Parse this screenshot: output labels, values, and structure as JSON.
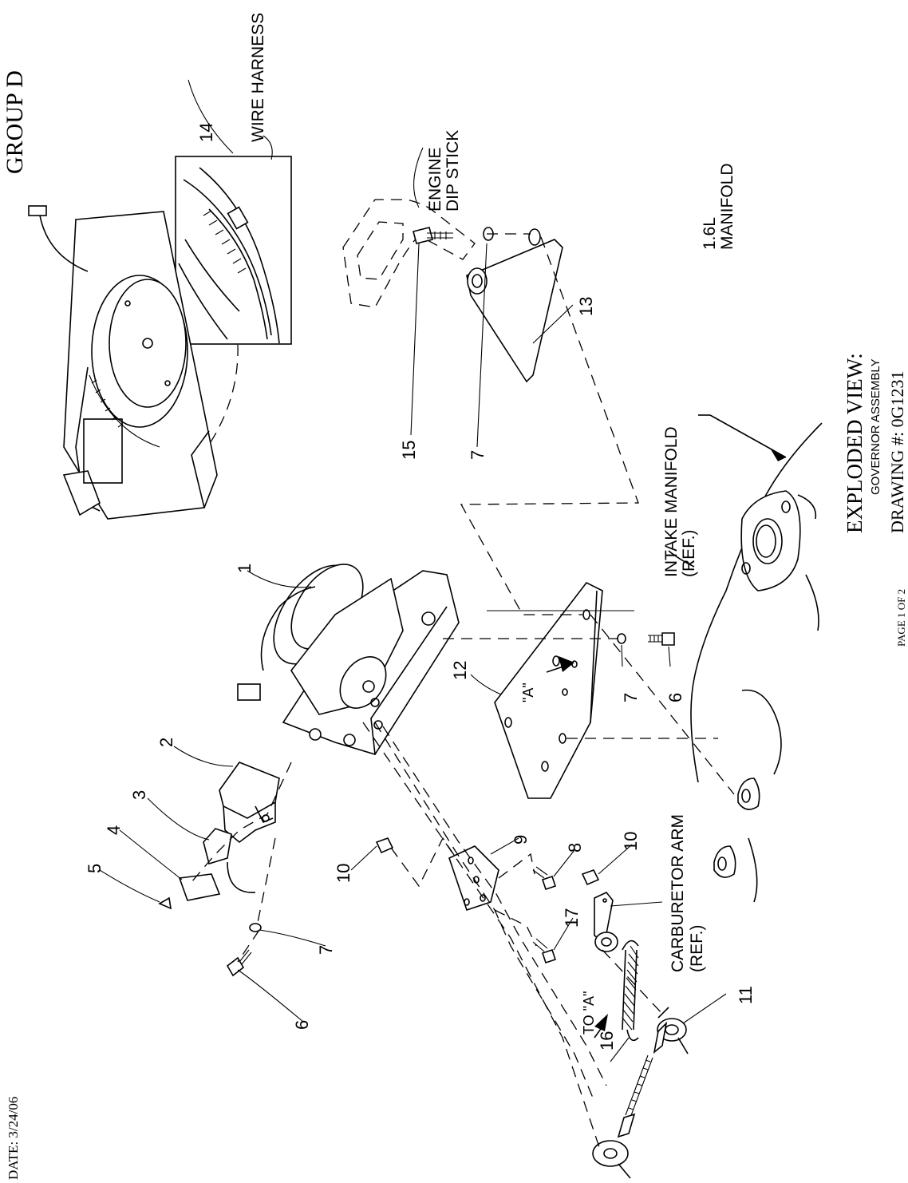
{
  "header": {
    "group": "GROUP D",
    "date": "DATE: 3/24/06",
    "page": "PAGE 1 OF 2"
  },
  "title_block": {
    "title": "EXPLODED VIEW:",
    "subtitle": "GOVERNOR ASSEMBLY",
    "drawing": "DRAWING #: 0G1231"
  },
  "labels": {
    "wire_harness": "WIRE HARNESS",
    "engine": "ENGINE",
    "dip_stick": "DIP STICK",
    "intake_manifold": "INTAKE MANIFOLD",
    "intake_ref": "(REF.)",
    "manifold_16": "1.6L",
    "manifold": "MANIFOLD",
    "carb_arm": "CARBURETOR ARM",
    "carb_ref": "(REF.)",
    "to_a": "TO \"A\"",
    "point_a": "\"A\""
  },
  "callouts": {
    "c1": "1",
    "c2": "2",
    "c3": "3",
    "c4": "4",
    "c5": "5",
    "c6a": "6",
    "c6b": "6",
    "c7a": "7",
    "c7b": "7",
    "c7c": "7",
    "c8": "8",
    "c9": "9",
    "c10a": "10",
    "c10b": "10",
    "c11": "11",
    "c12": "12",
    "c13": "13",
    "c14": "14",
    "c15": "15",
    "c16": "16",
    "c17": "17"
  }
}
